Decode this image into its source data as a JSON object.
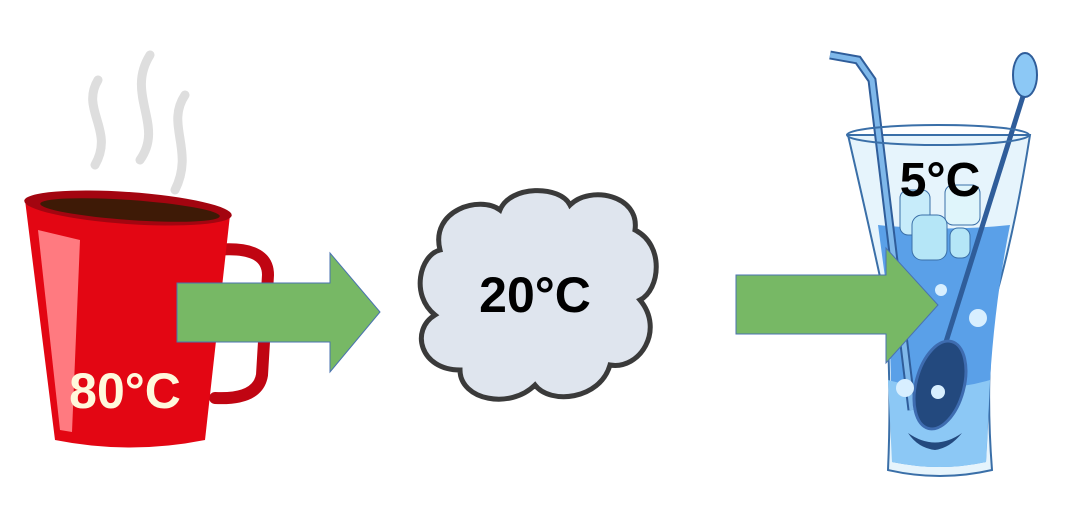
{
  "diagram": {
    "hot_drink": {
      "label": "80°C",
      "icon": "hot-coffee-mug-icon",
      "color": "#e30613",
      "label_color": "#fff8dc"
    },
    "room_air": {
      "label": "20°C",
      "icon": "cloud-icon",
      "fill": "#dfe5ee"
    },
    "cold_drink": {
      "label": "5°C",
      "icon": "iced-drink-glass-icon",
      "water_color": "#5aa0e8"
    },
    "arrow_color": "#77b865"
  }
}
